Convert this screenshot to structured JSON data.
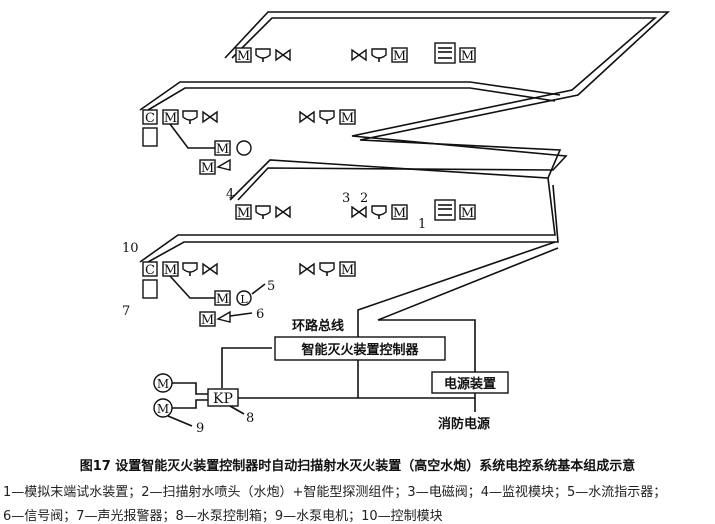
{
  "diagram": {
    "loop_bus_label": "环路总线",
    "controller_label": "智能灭火装置控制器",
    "power_unit_label": "电源装置",
    "fire_power_label": "消防电源",
    "pump_box_label": "KP",
    "module_m": "M",
    "module_c": "C",
    "flow_l": "L",
    "numbers": [
      "1",
      "2",
      "3",
      "4",
      "5",
      "6",
      "7",
      "8",
      "9",
      "10"
    ]
  },
  "caption": "图17  设置智能灭火装置控制器时自动扫描射水灭火装置（高空水炮）系统电控系统基本组成示意",
  "legend_line1": "1—模拟末端试水装置；2—扫描射水喷头（水炮）+智能型探测组件；3—电磁阀；4—监视模块；5—水流指示器；",
  "legend_line2": "6—信号阀；7—声光报警器；8—水泵控制箱；9—水泵电机；10—控制模块"
}
